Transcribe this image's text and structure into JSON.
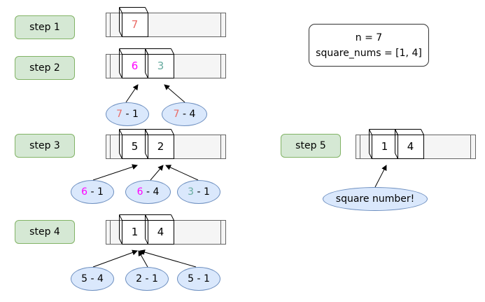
{
  "colors": {
    "step_fill": "#d5e8d4",
    "step_border": "#82b366",
    "bubble_fill": "#dae8fc",
    "bubble_border": "#6c8ebf",
    "queue_fill": "#f5f5f5",
    "red": "#ea6b66",
    "magenta": "#ff00ff",
    "teal": "#67ab9f"
  },
  "info": {
    "line1": "n = 7",
    "line2": "square_nums = [1, 4]"
  },
  "steps": [
    {
      "label": "step 1",
      "cells": [
        {
          "text": "7",
          "color": "red"
        }
      ],
      "bubbles": []
    },
    {
      "label": "step 2",
      "cells": [
        {
          "text": "6",
          "color": "magenta"
        },
        {
          "text": "3",
          "color": "teal"
        }
      ],
      "bubbles": [
        {
          "a": "7",
          "a_color": "red",
          "b": "1"
        },
        {
          "a": "7",
          "a_color": "red",
          "b": "4"
        }
      ]
    },
    {
      "label": "step 3",
      "cells": [
        {
          "text": "5"
        },
        {
          "text": "2"
        }
      ],
      "bubbles": [
        {
          "a": "6",
          "a_color": "magenta",
          "b": "1"
        },
        {
          "a": "6",
          "a_color": "magenta",
          "b": "4"
        },
        {
          "a": "3",
          "a_color": "teal",
          "b": "1"
        }
      ]
    },
    {
      "label": "step 4",
      "cells": [
        {
          "text": "1"
        },
        {
          "text": "4"
        }
      ],
      "bubbles": [
        {
          "a": "5",
          "b": "4"
        },
        {
          "a": "2",
          "b": "1"
        },
        {
          "a": "5",
          "b": "1"
        }
      ]
    },
    {
      "label": "step 5",
      "cells": [
        {
          "text": "1"
        },
        {
          "text": "4"
        }
      ],
      "note": "square number!"
    }
  ]
}
